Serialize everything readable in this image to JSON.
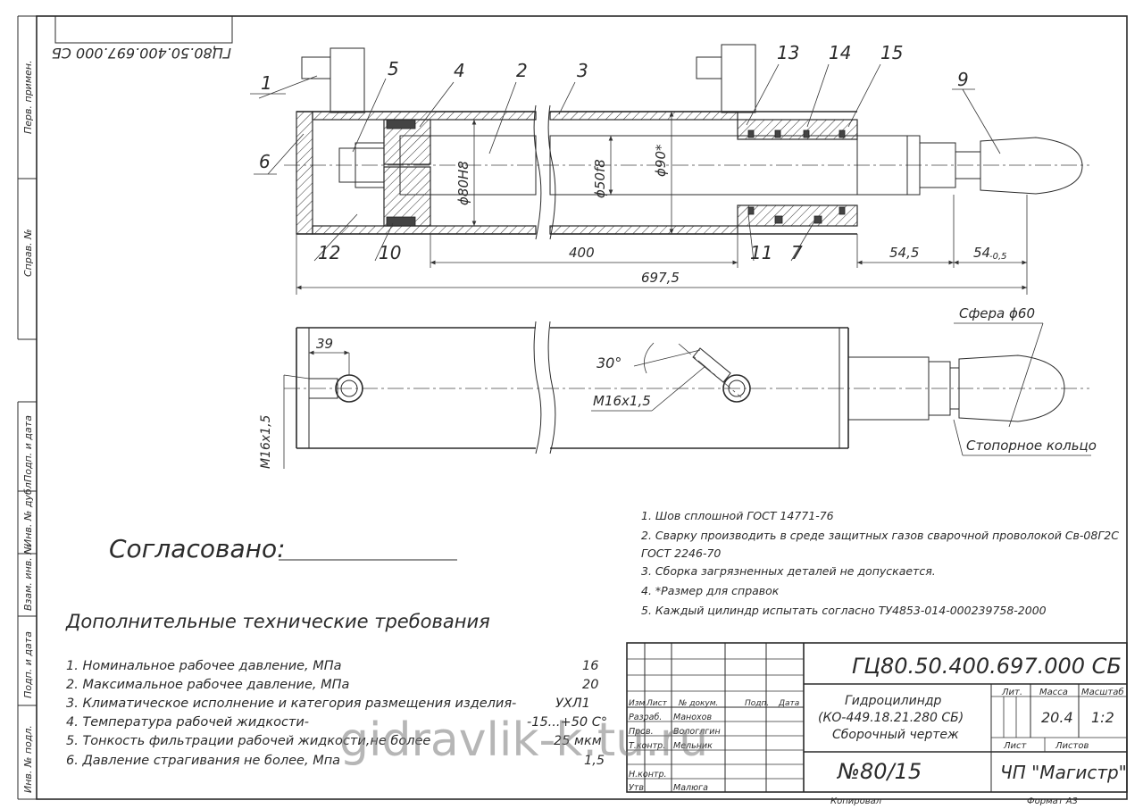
{
  "drawing_code": "ГЦ80.50.400.697.000 СБ",
  "drawing_code_rotated": "ГЦ80.50.400.697.000 СБ",
  "side_labels": [
    "Перв. примен.",
    "Справ. №",
    "Подп. и дата",
    "Инв. № дубл.",
    "Взам. инв. №",
    "Подп. и дата",
    "Инв. № подл."
  ],
  "callouts": [
    "1",
    "5",
    "4",
    "2",
    "3",
    "13",
    "14",
    "15",
    "9",
    "6",
    "12",
    "10",
    "11",
    "7"
  ],
  "dimensions": {
    "d_bore": "ϕ80H8",
    "d_rod": "ϕ50f8",
    "d_outer": "ϕ90*",
    "len_400": "400",
    "len_545": "54,5",
    "len_54": "54",
    "len_54_tol": "-0,5",
    "len_total": "697,5",
    "len_39": "39",
    "angle": "30°",
    "thread_a": "M16x1,5",
    "thread_b": "M16x1,5",
    "sphere": "Сфера ϕ60",
    "retaining_ring": "Стопорное кольцо"
  },
  "agreed_label": "Согласовано:",
  "notes": [
    "1. Шов сплошной ГОСТ 14771-76",
    "2. Сварку производить в среде защитных газов сварочной проволокой Св-08Г2С",
    "ГОСТ 2246-70",
    "3. Сборка загрязненных деталей не допускается.",
    "4. *Размер для справок",
    "5. Каждый цилиндр испытать согласно ТУ4853-014-000239758-2000"
  ],
  "tech_req_title": "Дополнительные технические требования",
  "tech_req": [
    {
      "text": "1. Номинальное рабочее давление, МПа",
      "value": "16"
    },
    {
      "text": "2. Максимальное рабочее давление, МПа",
      "value": "20"
    },
    {
      "text": "3. Климатическое исполнение и категория размещения изделия-",
      "value": "УХЛ1"
    },
    {
      "text": "4. Температура рабочей жидкости-",
      "value": "-15...+50 С°"
    },
    {
      "text": "5. Тонкость фильтрации рабочей жидкости,не более",
      "value": "25 мкм"
    },
    {
      "text": "6. Давление страгивания не более, Мпа",
      "value": "1,5"
    }
  ],
  "title_block": {
    "code": "ГЦ80.50.400.697.000 СБ",
    "name_lines": [
      "Гидроцилиндр",
      "(КО-449.18.21.280 СБ)",
      "Сборочный чертеж"
    ],
    "number": "№80/15",
    "company": "ЧП \"Магистр\"",
    "col_headers": [
      "Изм",
      "Лист",
      "№ докум.",
      "Подп.",
      "Дата"
    ],
    "roles": [
      {
        "role": "Разраб.",
        "name": "Манохов"
      },
      {
        "role": "Пров.",
        "name": "Вологлгин"
      },
      {
        "role": "Т.контр.",
        "name": "Мельник"
      },
      {
        "role": "",
        "name": ""
      },
      {
        "role": "Н.контр.",
        "name": ""
      },
      {
        "role": "Утв.",
        "name": "Малюга"
      }
    ],
    "lit_label": "Лит.",
    "mass_label": "Масса",
    "scale_label": "Масштаб",
    "mass": "20.4",
    "scale": "1:2",
    "sheet_label": "Лист",
    "sheets_label": "Листов",
    "copied": "Копировал",
    "format": "Формат  А3"
  },
  "watermark": "gidravlik-k.tu.ru"
}
